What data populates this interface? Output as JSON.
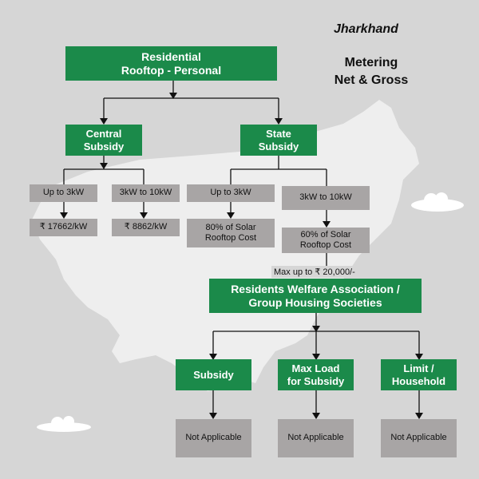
{
  "header": {
    "state": "Jharkhand",
    "metering": "Metering\nNet & Gross"
  },
  "root": "Residential\nRooftop - Personal",
  "central": {
    "title": "Central\nSubsidy",
    "slab1": "Up to 3kW",
    "slab2": "3kW to 10kW",
    "value1": "₹ 17662/kW",
    "value2": "₹ 8862/kW"
  },
  "state": {
    "title": "State\nSubsidy",
    "slab1": "Up to 3kW",
    "slab2": "3kW to 10kW",
    "value1": "80% of Solar\nRooftop Cost",
    "value2": "60% of Solar\nRooftop Cost",
    "cap": "Max up to ₹ 20,000/-"
  },
  "rwa": {
    "title": "Residents Welfare Association /\nGroup Housing Societies",
    "subsidy": "Subsidy",
    "maxload": "Max Load\nfor Subsidy",
    "limit": "Limit /\nHousehold",
    "na1": "Not Applicable",
    "na2": "Not Applicable",
    "na3": "Not Applicable"
  },
  "colors": {
    "green": "#1b8a4a",
    "gray_box": "#a8a5a5",
    "background": "#d6d6d6",
    "map": "#eeeeee"
  }
}
